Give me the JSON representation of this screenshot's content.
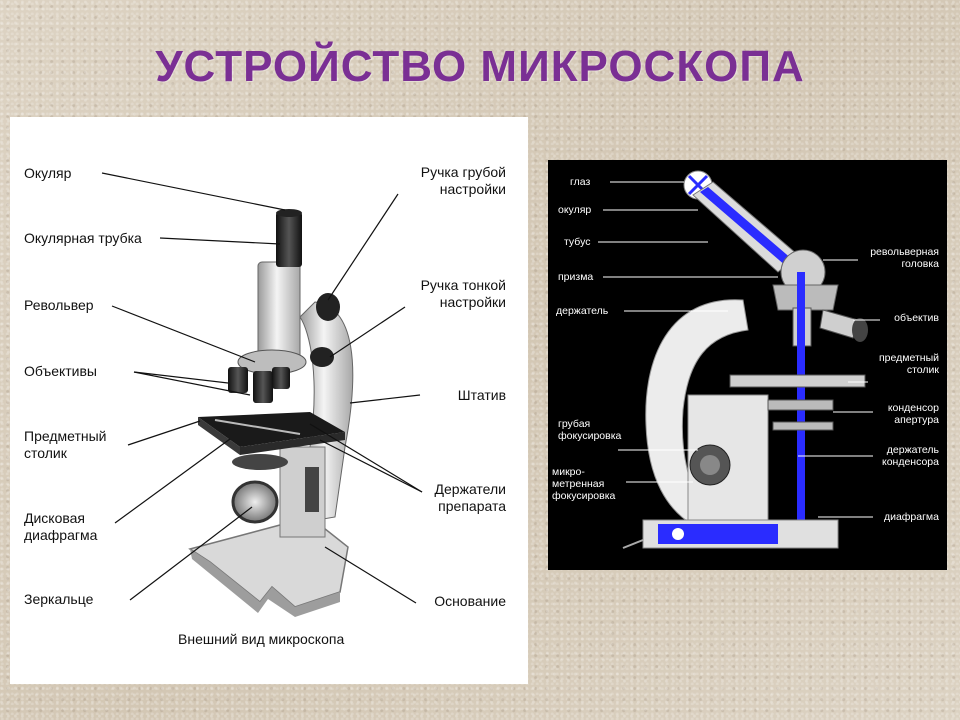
{
  "title": "УСТРОЙСТВО МИКРОСКОПА",
  "left_panel": {
    "caption": "Внешний вид микроскопа",
    "labels": {
      "eyepiece": "Окуляр",
      "eyepiece_tube": "Окулярная трубка",
      "revolver": "Револьвер",
      "objectives": "Объективы",
      "stage": "Предметный\nстолик",
      "disk_diaphragm": "Дисковая\nдиафрагма",
      "mirror": "Зеркальце",
      "coarse_knob": "Ручка грубой\nнастройки",
      "fine_knob": "Ручка тонкой\nнастройки",
      "stand": "Штатив",
      "slide_holders": "Держатели\nпрепарата",
      "base": "Основание"
    }
  },
  "right_panel": {
    "labels": {
      "eye": "глаз",
      "eyepiece": "окуляр",
      "tube": "тубус",
      "prism": "призма",
      "holder": "держатель",
      "coarse_focus": "грубая\nфокусировка",
      "micro_focus": "микро-\nметренная\nфокусировка",
      "revolver_head": "револьверная\nголовка",
      "objective": "объектив",
      "stage": "предметный\nстолик",
      "condenser_aperture": "конденсор\nапертура",
      "condenser_holder": "держатель\nконденсора",
      "diaphragm": "диафрагма"
    }
  },
  "colors": {
    "title": "#7a2f94",
    "light_beam": "#2a2cff"
  }
}
